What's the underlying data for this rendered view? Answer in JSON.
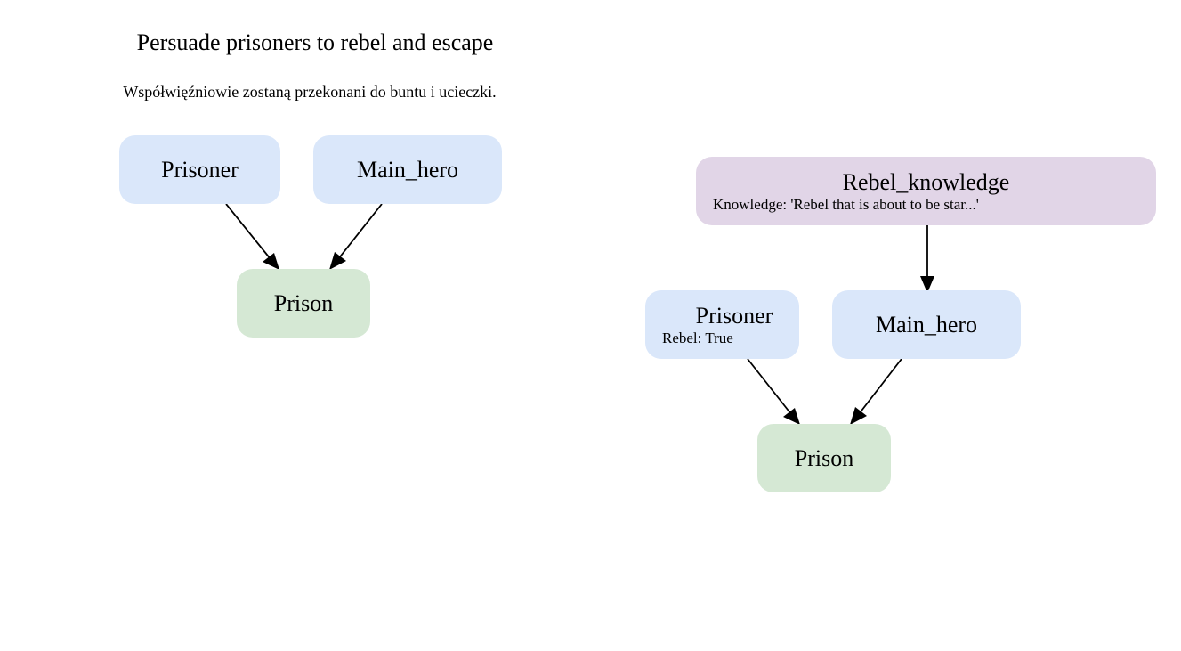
{
  "diagram": {
    "title": "Persuade prisoners to rebel and escape",
    "subtitle": "Współwięźniowie zostaną przekonani do buntu i ucieczki.",
    "colors": {
      "character_node": "#dae7fa",
      "location_node": "#d5e8d4",
      "knowledge_node": "#e1d5e7",
      "edge": "#000000"
    },
    "before": {
      "nodes": {
        "prisoner": {
          "label": "Prisoner"
        },
        "main_hero": {
          "label": "Main_hero"
        },
        "prison": {
          "label": "Prison"
        }
      },
      "edges": [
        {
          "from": "Prisoner",
          "to": "Prison"
        },
        {
          "from": "Main_hero",
          "to": "Prison"
        }
      ]
    },
    "after": {
      "nodes": {
        "rebel_knowledge": {
          "label": "Rebel_knowledge",
          "attribute": "Knowledge: 'Rebel that is about to be star...'"
        },
        "prisoner": {
          "label": "Prisoner",
          "attribute": "Rebel: True"
        },
        "main_hero": {
          "label": "Main_hero"
        },
        "prison": {
          "label": "Prison"
        }
      },
      "edges": [
        {
          "from": "Rebel_knowledge",
          "to": "Main_hero"
        },
        {
          "from": "Prisoner",
          "to": "Prison"
        },
        {
          "from": "Main_hero",
          "to": "Prison"
        }
      ]
    }
  }
}
